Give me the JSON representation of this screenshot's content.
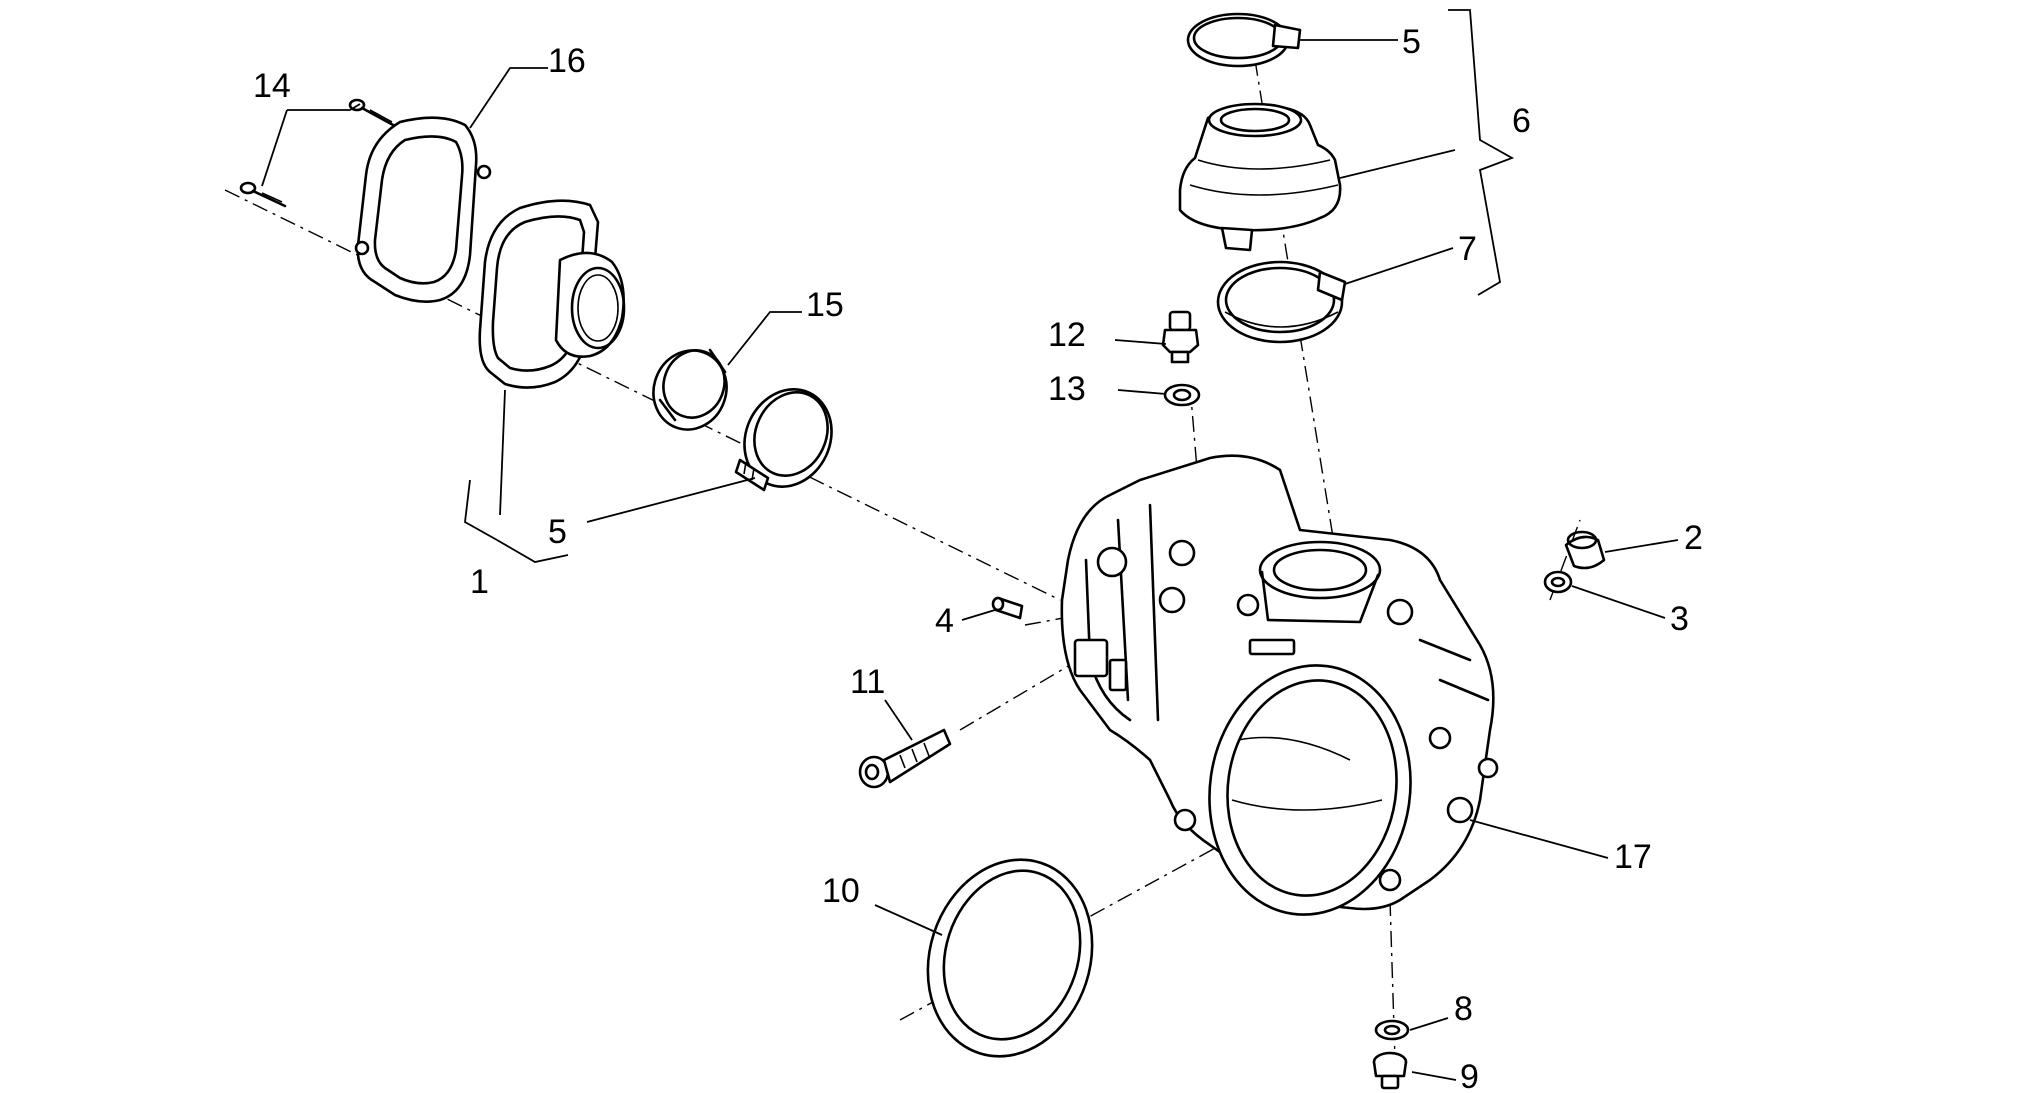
{
  "callouts": [
    {
      "id": "1",
      "text": "1"
    },
    {
      "id": "2",
      "text": "2"
    },
    {
      "id": "3",
      "text": "3"
    },
    {
      "id": "4",
      "text": "4"
    },
    {
      "id": "5a",
      "text": "5"
    },
    {
      "id": "5b",
      "text": "5"
    },
    {
      "id": "6",
      "text": "6"
    },
    {
      "id": "7",
      "text": "7"
    },
    {
      "id": "8",
      "text": "8"
    },
    {
      "id": "9",
      "text": "9"
    },
    {
      "id": "10",
      "text": "10"
    },
    {
      "id": "11",
      "text": "11"
    },
    {
      "id": "12",
      "text": "12"
    },
    {
      "id": "13",
      "text": "13"
    },
    {
      "id": "14",
      "text": "14"
    },
    {
      "id": "15",
      "text": "15"
    },
    {
      "id": "16",
      "text": "16"
    },
    {
      "id": "17",
      "text": "17"
    }
  ]
}
